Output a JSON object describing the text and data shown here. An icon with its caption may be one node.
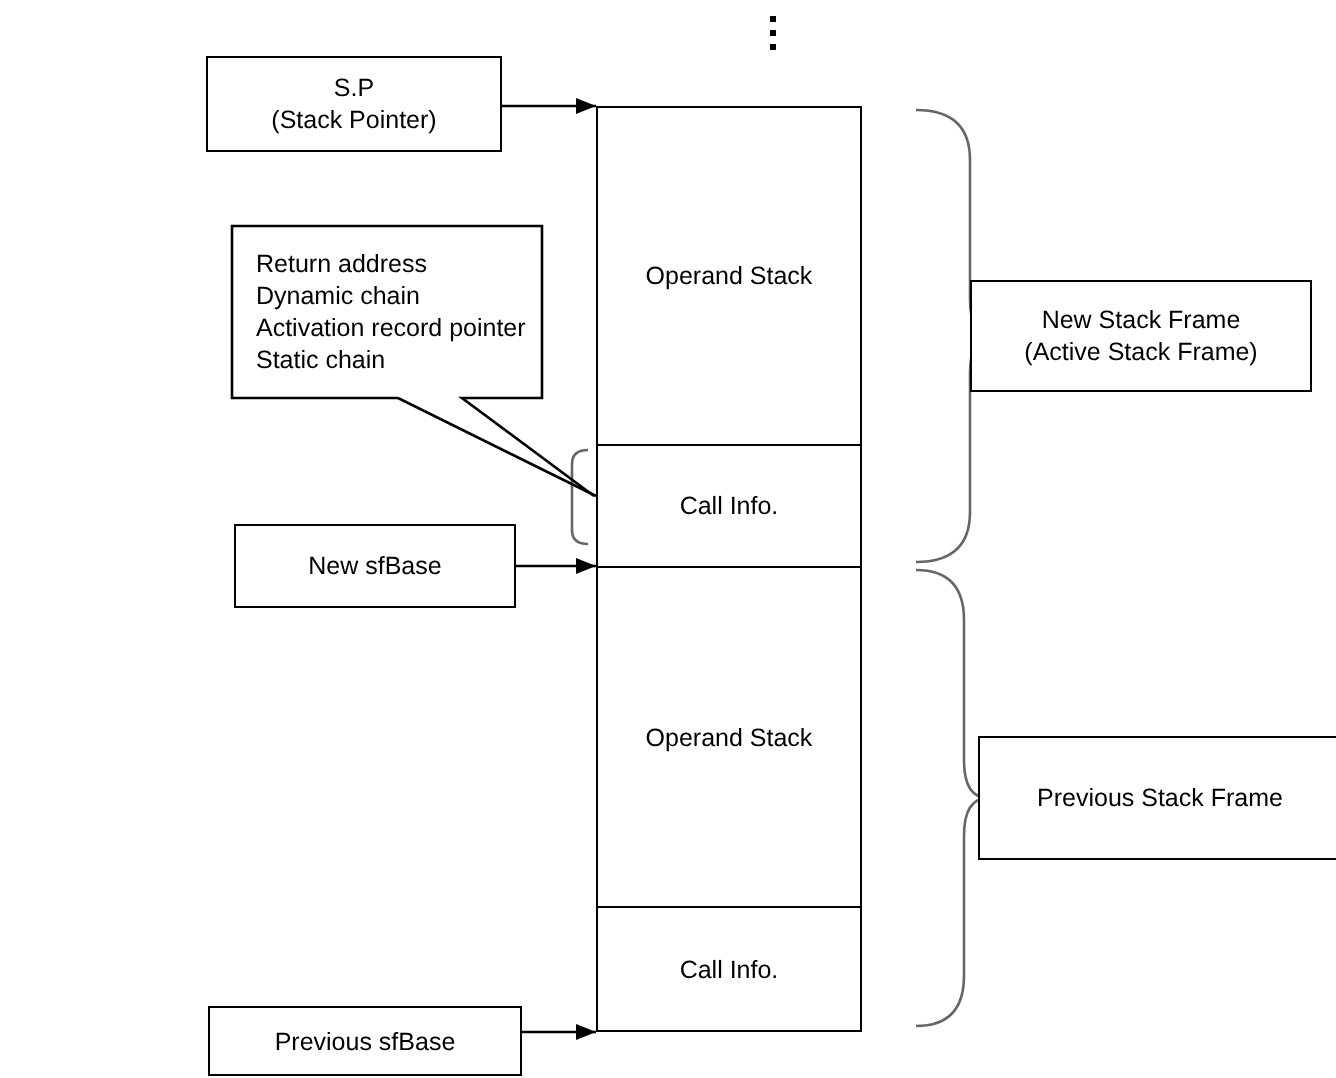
{
  "diagram": {
    "nodes": [
      {
        "text": [
          "S.P",
          "(Stack Pointer)"
        ]
      },
      {
        "text": [
          "Return address",
          "Dynamic chain",
          "Activation record pointer",
          "Static chain"
        ]
      },
      {
        "text": [
          "New sfBase"
        ]
      },
      {
        "text": [
          "Previous sfBase"
        ]
      },
      {
        "text": [
          "Operand Stack"
        ]
      },
      {
        "text": [
          "Call Info."
        ]
      },
      {
        "text": [
          "Operand Stack"
        ]
      },
      {
        "text": [
          "Call Info."
        ]
      },
      {
        "text": [
          "New Stack Frame",
          "(Active Stack Frame)"
        ]
      },
      {
        "text": [
          "Previous Stack Frame"
        ]
      }
    ],
    "edges": [
      {
        "from": 0,
        "to": 4,
        "arrow": "to"
      },
      {
        "from": 1,
        "to": 5,
        "arrow": "none"
      },
      {
        "from": 2,
        "to": 6,
        "arrow": "to"
      },
      {
        "from": 3,
        "to": 7,
        "arrow": "to"
      }
    ]
  }
}
